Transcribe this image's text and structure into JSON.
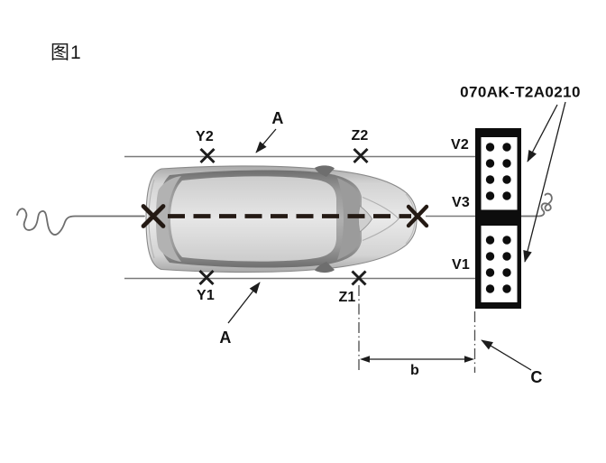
{
  "figure_label": "图1",
  "part_number": "070AK-T2A0210",
  "labels": {
    "y2": "Y2",
    "z2": "Z2",
    "y1": "Y1",
    "z1": "Z1",
    "v2": "V2",
    "v3": "V3",
    "v1": "V1",
    "a_upper": "A",
    "a_lower": "A",
    "b_dimension": "b",
    "c_reference": "C"
  },
  "icons": {
    "x_marker": "✕",
    "break_line_squiggle": "〰",
    "target_board": "dot-grid-target-board"
  },
  "colors": {
    "background": "#ffffff",
    "ink": "#111111",
    "reference_line": "#7a7a7a",
    "centerline_dash": "#241a14",
    "board_black": "#0d0d0d",
    "board_panel": "#ffffff",
    "car_body_light": "#e8e8e8",
    "car_body_dark": "#ababab",
    "car_glass": "#8f8f8f"
  }
}
